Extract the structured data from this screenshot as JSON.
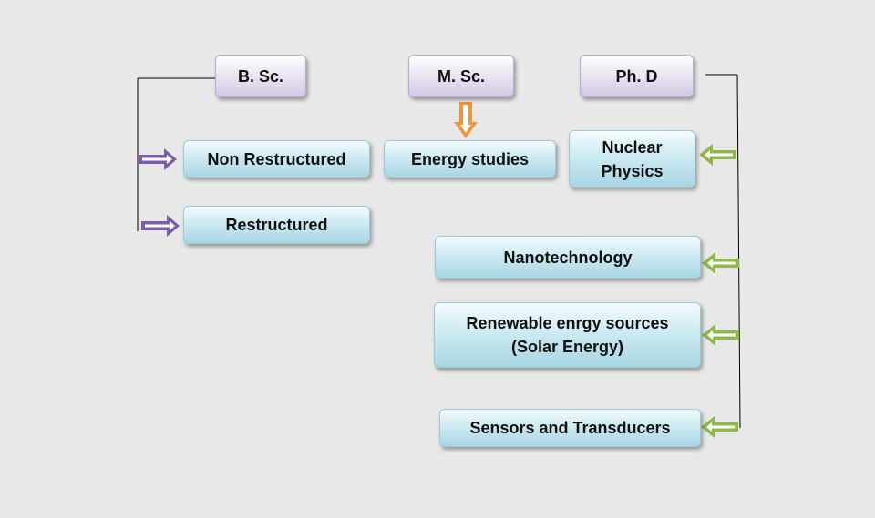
{
  "headers": {
    "bsc": "B. Sc.",
    "msc": "M. Sc.",
    "phd": "Ph. D"
  },
  "bsc_items": {
    "non_restructured": "Non Restructured",
    "restructured": "Restructured"
  },
  "msc_items": {
    "energy_studies": "Energy studies"
  },
  "phd_items": {
    "nuclear_physics": "Nuclear\nPhysics",
    "nanotechnology": "Nanotechnology",
    "renewable": "Renewable enrgy sources\n(Solar Energy)",
    "sensors": "Sensors and Transducers"
  },
  "colors": {
    "background": "#e8e8e8",
    "bsc_arrow": "#7b5ea7",
    "msc_arrow": "#f0953a",
    "phd_arrow": "#8fb84a",
    "connector": "#000000"
  }
}
